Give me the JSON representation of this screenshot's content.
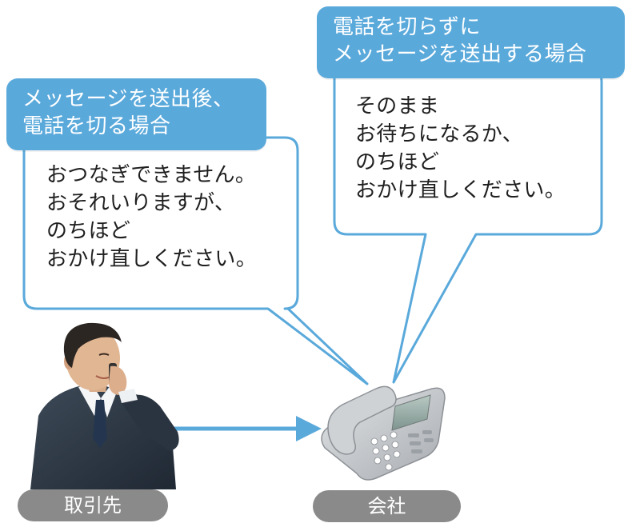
{
  "left_box": {
    "header_lines": [
      "メッセージを送出後、",
      "電話を切る場合"
    ],
    "body_lines": [
      "おつなぎできません。",
      "おそれいりますが、",
      "のちほど",
      "おかけ直しください。"
    ]
  },
  "right_box": {
    "header_lines": [
      "電話を切らずに",
      "メッセージを送出する場合"
    ],
    "body_lines": [
      "そのまま",
      "お待ちになるか、",
      "のちほど",
      "おかけ直しください。"
    ]
  },
  "labels": {
    "client": "取引先",
    "company": "会社"
  },
  "icons": {
    "caller": "businessman-on-phone-icon",
    "office_phone": "office-desk-phone-icon",
    "connection": "arrow-right-icon"
  },
  "colors": {
    "accent": "#5aa9db",
    "bubble_border": "#5aa9db",
    "label_bg": "#8a8a8a"
  }
}
